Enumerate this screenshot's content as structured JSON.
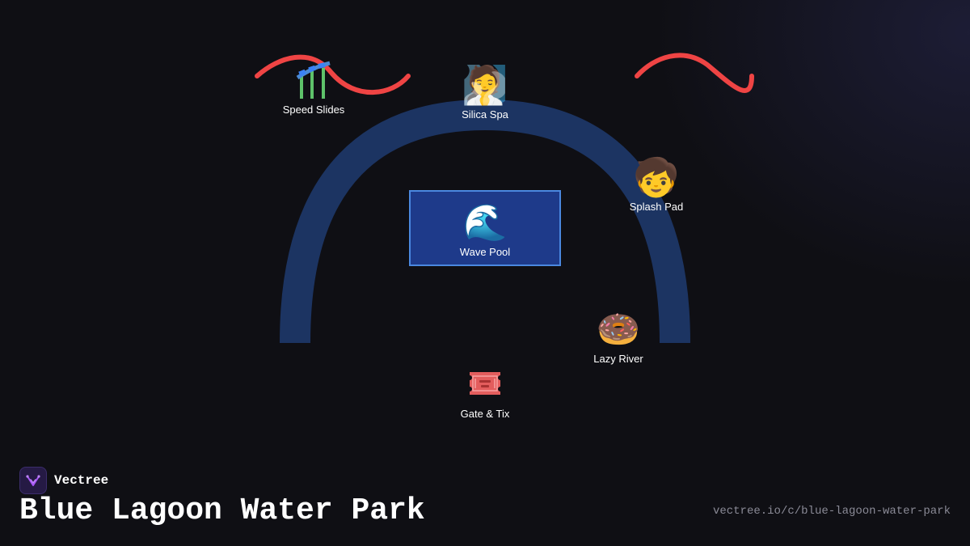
{
  "brand": {
    "name": "Vectree"
  },
  "page": {
    "title": "Blue Lagoon Water Park",
    "url": "vectree.io/c/blue-lagoon-water-park"
  },
  "colors": {
    "background": "#0f0f14",
    "path": "#1c3462",
    "slides": "#ef4444",
    "center_fill": "#1e3a8a",
    "center_border": "#4a88e0",
    "ticket": "#e35d5d"
  },
  "attractions": {
    "speed_slides": {
      "label": "Speed Slides",
      "icon": "roller-coaster-icon"
    },
    "silica_spa": {
      "label": "Silica Spa",
      "emoji": "🧖",
      "icon": "spa-person-icon"
    },
    "splash_pad": {
      "label": "Splash Pad",
      "emoji": "🧒",
      "icon": "child-icon"
    },
    "wave_pool": {
      "label": "Wave Pool",
      "emoji": "🌊",
      "icon": "wave-icon"
    },
    "lazy_river": {
      "label": "Lazy River",
      "emoji": "🍩",
      "icon": "donut-float-icon"
    },
    "gate_tix": {
      "label": "Gate & Tix",
      "icon": "ticket-icon"
    }
  }
}
